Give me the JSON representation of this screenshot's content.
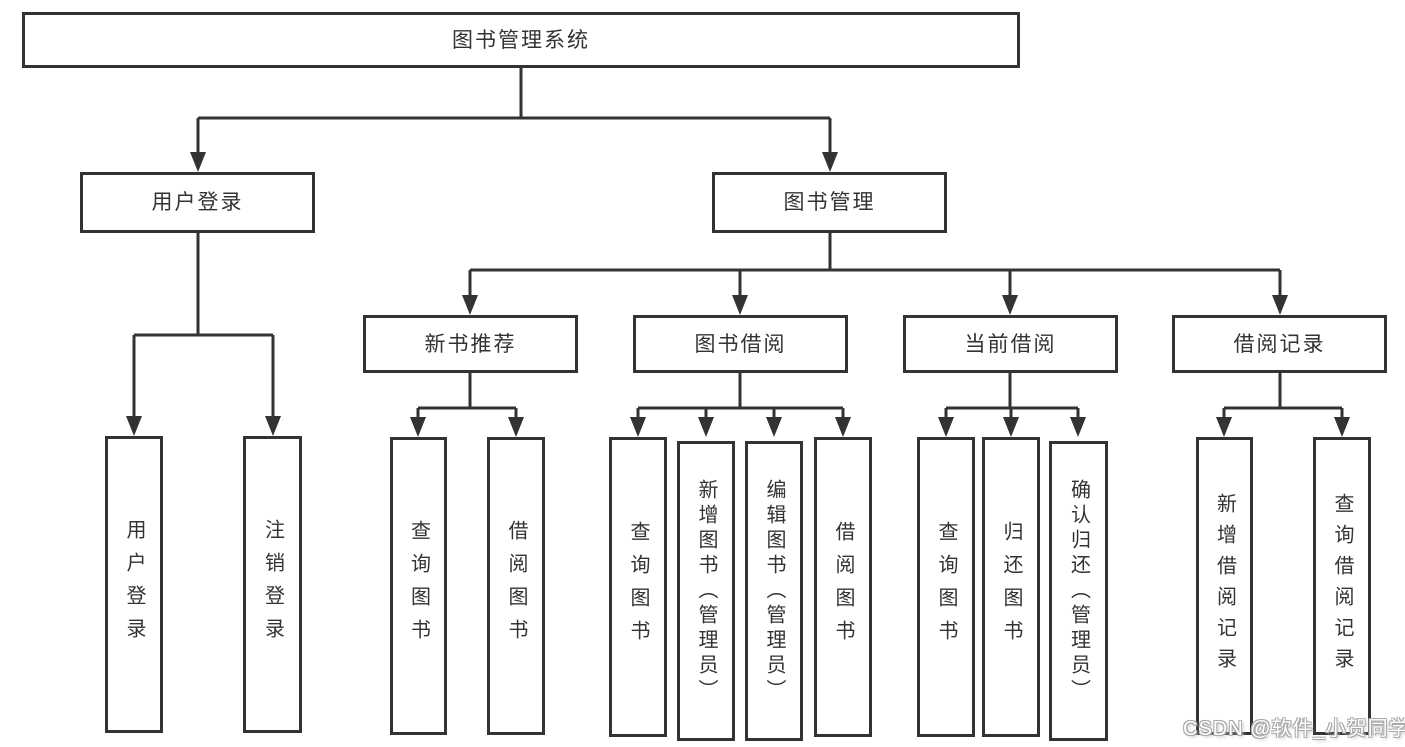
{
  "diagram": {
    "root": "图书管理系统",
    "branches": {
      "user_login": {
        "label": "用户登录",
        "children": [
          "用户登录",
          "注销登录"
        ]
      },
      "book_management": {
        "label": "图书管理",
        "sections": {
          "new_book_recommend": {
            "label": "新书推荐",
            "children": [
              "查询图书",
              "借阅图书"
            ]
          },
          "book_borrowing": {
            "label": "图书借阅",
            "children": [
              "查询图书",
              "新增图书（管理员）",
              "编辑图书（管理员）",
              "借阅图书"
            ]
          },
          "current_borrowing": {
            "label": "当前借阅",
            "children": [
              "查询图书",
              "归还图书",
              "确认归还（管理员）"
            ]
          },
          "borrowing_records": {
            "label": "借阅记录",
            "children": [
              "新增借阅记录",
              "查询借阅记录"
            ]
          }
        }
      }
    }
  },
  "watermark": "CSDN @软件_小贺同学",
  "colors": {
    "line": "#333333",
    "border": "#333333",
    "text": "#333333",
    "background": "#ffffff",
    "watermark_fill": "#ffffff",
    "watermark_outline": "#a9a9a9"
  }
}
